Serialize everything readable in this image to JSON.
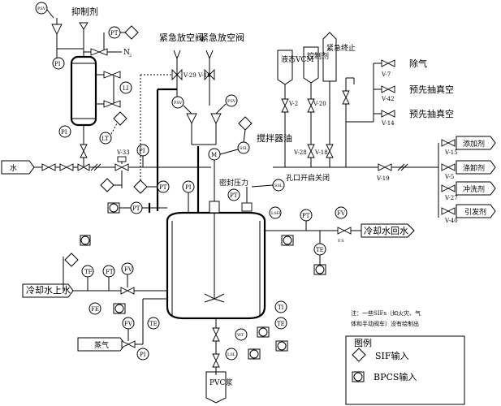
{
  "legend": {
    "title": "图例",
    "sif_input": "SIF输入",
    "bpcs_input": "BPCS输入"
  },
  "note": {
    "line1": "注：一些SIFs（如火灾、气",
    "line2": "体和手动阀车）没有绘制出"
  },
  "streams": {
    "water_in": "水",
    "cooling_water_out": "冷却水回水",
    "cooling_water_in": "冷却水上水",
    "steam": "蒸气",
    "pvc_slurry": "PVC浆",
    "inhibitor": "抑制剂",
    "n2": "N",
    "n2_sub": "2",
    "emergency_vent_1": "紧急放空阀",
    "emergency_vent_2": "紧急放空阀",
    "stirrer_oil": "搅拌器油",
    "seal_pressure": "密封压力",
    "hole_switch": "孔口开启关闭",
    "liquid_vcm": "液态VCM",
    "control_agent": "控制剂",
    "emergency_stop": "紧急终止",
    "degas": "除气",
    "pre_vacuum_1": "预先抽真空",
    "pre_vacuum_2": "预先抽真空",
    "additive": "添加剂",
    "detergent": "涤卸剂",
    "flush_agent": "冲洗剂",
    "initiator": "引发剂"
  },
  "valves": {
    "v33": "V-33",
    "v29": "V-29",
    "v16": "V-16",
    "v2": "V-2",
    "v20": "V-20",
    "v28": "V-28",
    "v18": "V-18",
    "v19": "V-19",
    "v7": "V-7",
    "v42": "V-42",
    "v14": "V-14",
    "v15": "V-15",
    "v5": "V-5",
    "v27": "V-27",
    "v40": "V-40"
  },
  "instruments": {
    "psv": "PSV",
    "pi": "PI",
    "pt": "PT",
    "li": "LI",
    "lt": "LT",
    "tf": "TF",
    "te": "TE",
    "fv": "FV",
    "ft": "FT",
    "fe": "FE",
    "ti": "TI",
    "wt": "WT",
    "m": "M",
    "lsl": "LSL",
    "lsh": "LSH",
    "ssl": "SSL",
    "fs": "F.S"
  }
}
